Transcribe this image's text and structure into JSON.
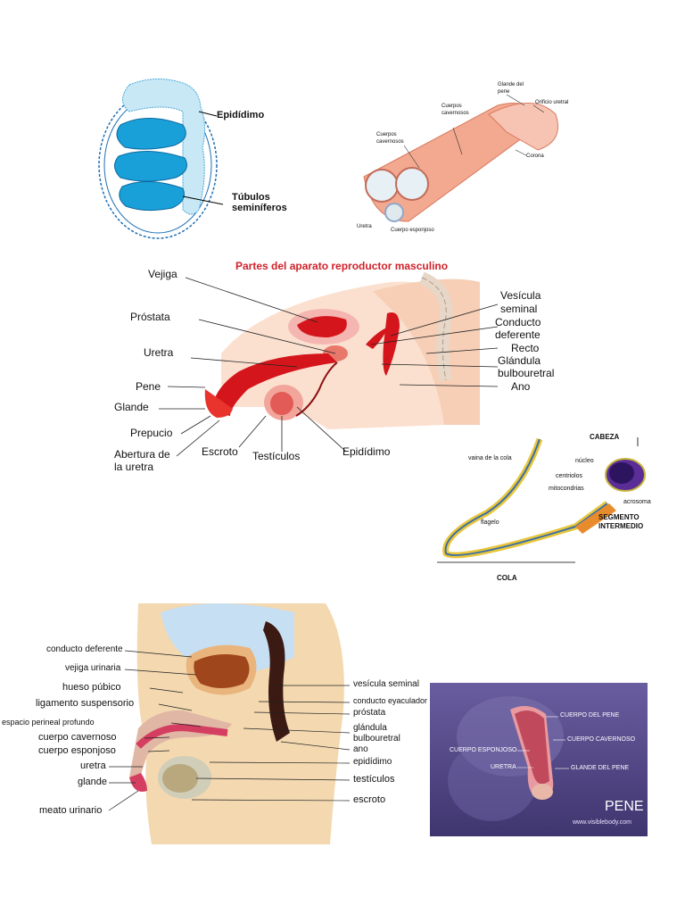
{
  "testis": {
    "labels": [
      "Epidídimo",
      "Túbulos",
      "seminíferos"
    ]
  },
  "penis_section": {
    "labels": [
      "Glande del",
      "pene",
      "Orificio uretral",
      "Cuerpos",
      "cavernosos",
      "Cuerpos",
      "cavernosos",
      "Corona",
      "Uretra",
      "Cuerpo esponjoso"
    ]
  },
  "system": {
    "title": "Partes del aparato reproductor masculino",
    "colors": {
      "title": "#d0222a"
    },
    "left_labels": [
      "Vejiga",
      "Próstata",
      "Uretra",
      "Pene",
      "Glande",
      "Prepucio",
      "Abertura de",
      "la uretra"
    ],
    "bottom_labels": [
      "Escroto",
      "Testículos",
      "Epidídimo"
    ],
    "right_labels": [
      "Vesícula",
      "seminal",
      "Conducto",
      "deferente",
      "Recto",
      "Glándula",
      "bulbouretral",
      "Ano"
    ]
  },
  "sperm": {
    "labels": {
      "cabeza": "CABEZA",
      "nucleo": "núcleo",
      "centriolos": "centriolos",
      "mitocondrias": "mitocondrias",
      "acrosoma": "acrosoma",
      "segmento1": "SEGMENTO",
      "segmento2": "INTERMEDIO",
      "vaina": "vaina de la cola",
      "flagelo": "flagelo",
      "cola": "COLA"
    }
  },
  "sagittal": {
    "left_labels": [
      "conducto deferente",
      "vejiga urinaria",
      "hueso púbico",
      "ligamento suspensorio",
      "espacio perineal profundo",
      "cuerpo cavernoso",
      "cuerpo esponjoso",
      "uretra",
      "glande",
      "meato urinario"
    ],
    "right_labels": [
      "vesícula seminal",
      "conducto eyaculador",
      "próstata",
      "glándula",
      "bulbouretral",
      "ano",
      "epidídimo",
      "testículos",
      "escroto"
    ]
  },
  "visible_body": {
    "labels": [
      "CUERPO DEL PENE",
      "CUERPO CAVERNOSO",
      "CUERPO ESPONJOSO",
      "URETRA",
      "GLANDE DEL PENE"
    ],
    "title": "PENE",
    "site": "www.visiblebody.com",
    "colors": {
      "bg": "#5a4f8c"
    }
  }
}
